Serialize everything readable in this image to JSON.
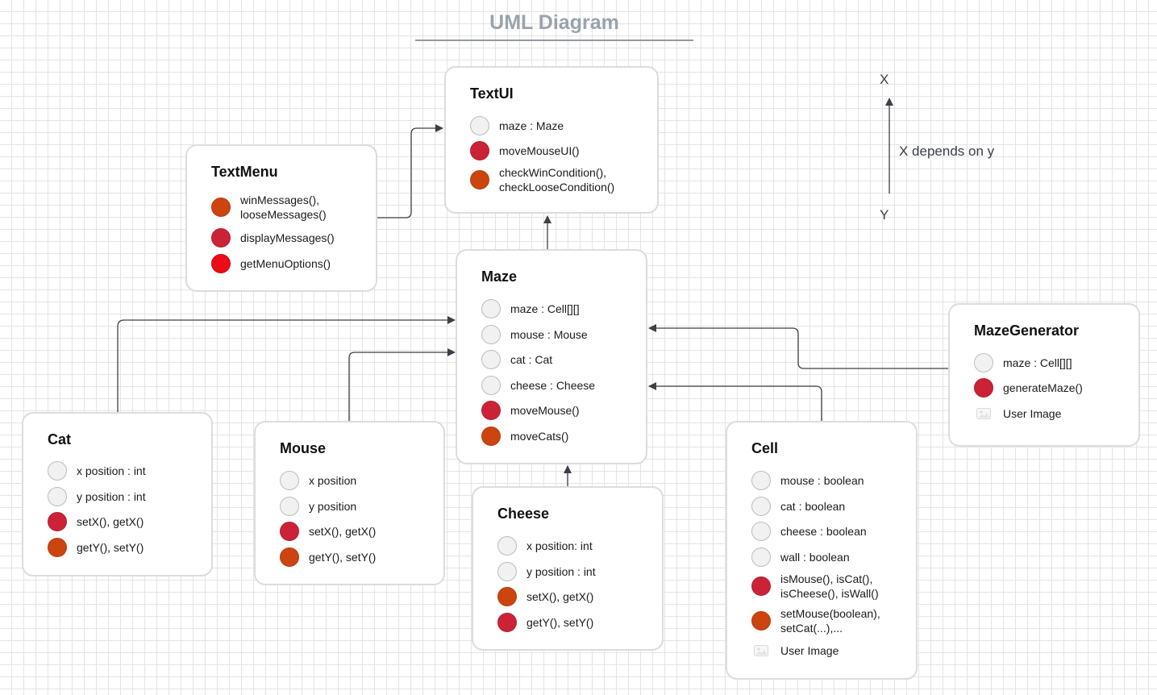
{
  "title": "UML Diagram",
  "legend": {
    "top": "X",
    "bottom": "Y",
    "caption": "X depends on y"
  },
  "colors": {
    "attribute": "#f1f1f1",
    "method_red": "#cc2238",
    "method_orange": "#cc4410",
    "method_bright": "#ee0a16",
    "connector": "#3c4046"
  },
  "classes": {
    "textui": {
      "name": "TextUI",
      "members": [
        {
          "kind": "attribute",
          "text": "maze : Maze"
        },
        {
          "kind": "red",
          "text": "moveMouseUI()"
        },
        {
          "kind": "orange",
          "text": "checkWinCondition(),\ncheckLooseCondition()"
        }
      ]
    },
    "textmenu": {
      "name": "TextMenu",
      "members": [
        {
          "kind": "orange",
          "text": "winMessages(),\nlooseMessages()"
        },
        {
          "kind": "red",
          "text": "displayMessages()"
        },
        {
          "kind": "bright",
          "text": "getMenuOptions()"
        }
      ]
    },
    "maze": {
      "name": "Maze",
      "members": [
        {
          "kind": "attribute",
          "text": "maze : Cell[][]"
        },
        {
          "kind": "attribute",
          "text": "mouse : Mouse"
        },
        {
          "kind": "attribute",
          "text": "cat : Cat"
        },
        {
          "kind": "attribute",
          "text": "cheese : Cheese"
        },
        {
          "kind": "red",
          "text": "moveMouse()"
        },
        {
          "kind": "orange",
          "text": "moveCats()"
        }
      ]
    },
    "mazegen": {
      "name": "MazeGenerator",
      "members": [
        {
          "kind": "attribute",
          "text": "maze : Cell[][]"
        },
        {
          "kind": "red",
          "text": "generateMaze()"
        },
        {
          "kind": "image",
          "text": "User Image"
        }
      ]
    },
    "cat": {
      "name": "Cat",
      "members": [
        {
          "kind": "attribute",
          "text": "x position : int"
        },
        {
          "kind": "attribute",
          "text": "y position : int"
        },
        {
          "kind": "red",
          "text": "setX(), getX()"
        },
        {
          "kind": "orange",
          "text": "getY(), setY()"
        }
      ]
    },
    "mouse": {
      "name": "Mouse",
      "members": [
        {
          "kind": "attribute",
          "text": "x position"
        },
        {
          "kind": "attribute",
          "text": "y position"
        },
        {
          "kind": "red",
          "text": "setX(), getX()"
        },
        {
          "kind": "orange",
          "text": "getY(), setY()"
        }
      ]
    },
    "cheese": {
      "name": "Cheese",
      "members": [
        {
          "kind": "attribute",
          "text": "x position: int"
        },
        {
          "kind": "attribute",
          "text": "y position : int"
        },
        {
          "kind": "orange",
          "text": "setX(), getX()"
        },
        {
          "kind": "red",
          "text": "getY(), setY()"
        }
      ]
    },
    "cell": {
      "name": "Cell",
      "members": [
        {
          "kind": "attribute",
          "text": "mouse : boolean"
        },
        {
          "kind": "attribute",
          "text": "cat : boolean"
        },
        {
          "kind": "attribute",
          "text": "cheese : boolean"
        },
        {
          "kind": "attribute",
          "text": "wall : boolean"
        },
        {
          "kind": "red",
          "text": "isMouse(), isCat(),\nisCheese(), isWall()"
        },
        {
          "kind": "orange",
          "text": "setMouse(boolean),\nsetCat(...),..."
        },
        {
          "kind": "image",
          "text": "User Image"
        }
      ]
    }
  }
}
